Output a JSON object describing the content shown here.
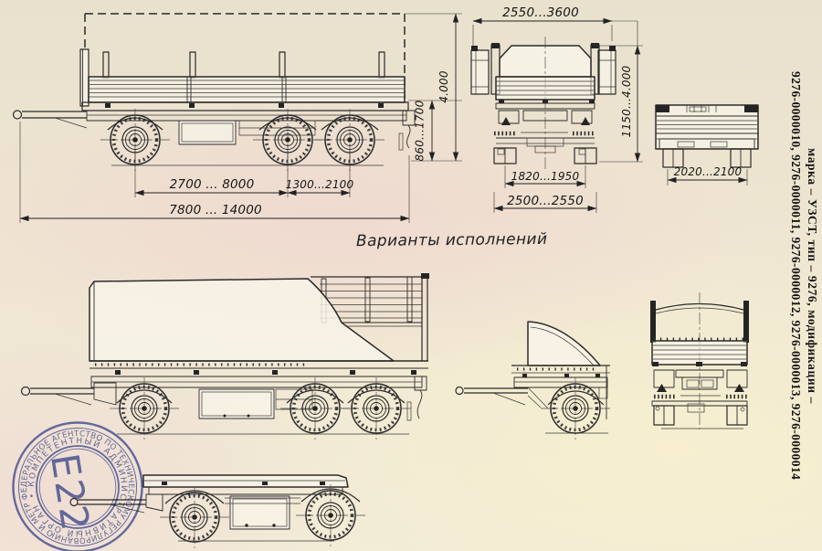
{
  "title": {
    "text": "Варианты исполнений"
  },
  "note": {
    "line1": "марка – УЗСТ, тип – 9276, модификации –",
    "line2": "9276-0000010, 9276-0000011, 9276-0000012, 9276-0000013, 9276-0000014"
  },
  "dims": {
    "side_axle_spacing": "2700 ... 8000",
    "side_bogie_spacing": "1300...2100",
    "side_overall_length": "7800 ... 14000",
    "side_platform_height": "860...1700",
    "side_overall_height": "4.000",
    "front_overall_width": "2550...3600",
    "front_height_range": "1150...4.000",
    "front_track": "1820...1950",
    "front_body_width": "2500...2550",
    "rear_track": "2020...2100"
  },
  "stamp": {
    "outer_text": "ФЕДЕРАЛЬНОЕ АГЕНТСТВО ПО ТЕХНИЧЕСКОМУ РЕГУЛИРОВАНИЮ И МЕТРОЛОГИИ •",
    "inner_text": "• КОМПЕТЕНТНЫЙ АДМИНИСТРАТИВНЫЙ ОРГАН •",
    "code": "Е22",
    "color": "#4d5ead"
  },
  "colors": {
    "ink": "#2b2b2b",
    "paper": "#eee6d3"
  }
}
